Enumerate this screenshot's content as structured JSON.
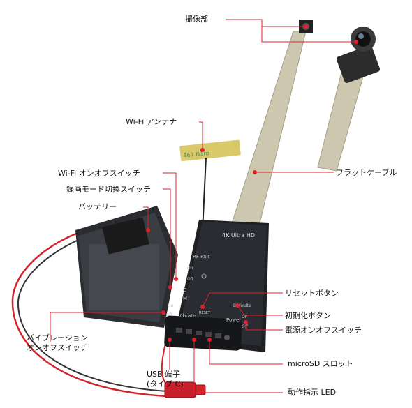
{
  "labels": {
    "camera": "撮像部",
    "wifi_antenna": "Wi-Fi アンテナ",
    "flat_cable": "フラットケーブル",
    "wifi_switch": "Wi-Fi オンオフスイッチ",
    "rec_mode_switch": "録画モード切換スイッチ",
    "battery": "バッテリー",
    "reset_button": "リセットボタン",
    "init_button": "初期化ボタン",
    "power_switch": "電源オンオフスイッチ",
    "vibration_switch_1": "バイブレーション",
    "vibration_switch_2": "オンオフスイッチ",
    "usb_port_1": "USB 端子",
    "usb_port_2": "(タイプ C)",
    "microsd_slot": "microSD スロット",
    "led": "動作指示 LED"
  },
  "device_print": {
    "model": "4K Ultra HD",
    "rf_pair": "RF Pair",
    "on": "On",
    "off": "Off",
    "c": "C",
    "m": "M",
    "defaults": "Defaults",
    "reset": "RESET",
    "vibrate": "Vibrate",
    "power": "Power",
    "antenna_tag": "467 N1rp"
  },
  "colors": {
    "leader": "#e0202a",
    "dot": "#e0202a",
    "device": "#1e2024",
    "cable": "#c9c3ac",
    "wire_red": "#d2232a"
  }
}
